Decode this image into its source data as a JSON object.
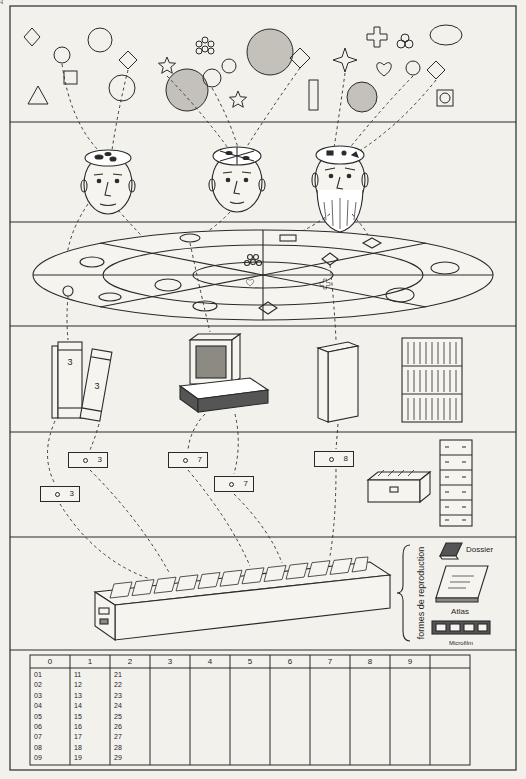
{
  "diagram": {
    "nodes": [
      {
        "text": [
          "3"
        ]
      },
      {
        "text": [
          "3"
        ]
      },
      {
        "text": [
          "7"
        ]
      },
      {
        "text": [
          "7"
        ]
      },
      {
        "text": [
          "8"
        ]
      }
    ],
    "labels": [
      "3",
      "3",
      "formes de reproduction",
      "Dossier",
      "Atlas",
      "Microfilm",
      "0",
      "1",
      "2",
      "3",
      "4",
      "5",
      "6",
      "7",
      "8",
      "9",
      "01",
      "02",
      "03",
      "04",
      "05",
      "06",
      "07",
      "08",
      "09",
      "11",
      "12",
      "13",
      "14",
      "15",
      "16",
      "17",
      "18",
      "19",
      "21",
      "22",
      "23",
      "24",
      "25",
      "26",
      "27",
      "28",
      "29"
    ]
  }
}
